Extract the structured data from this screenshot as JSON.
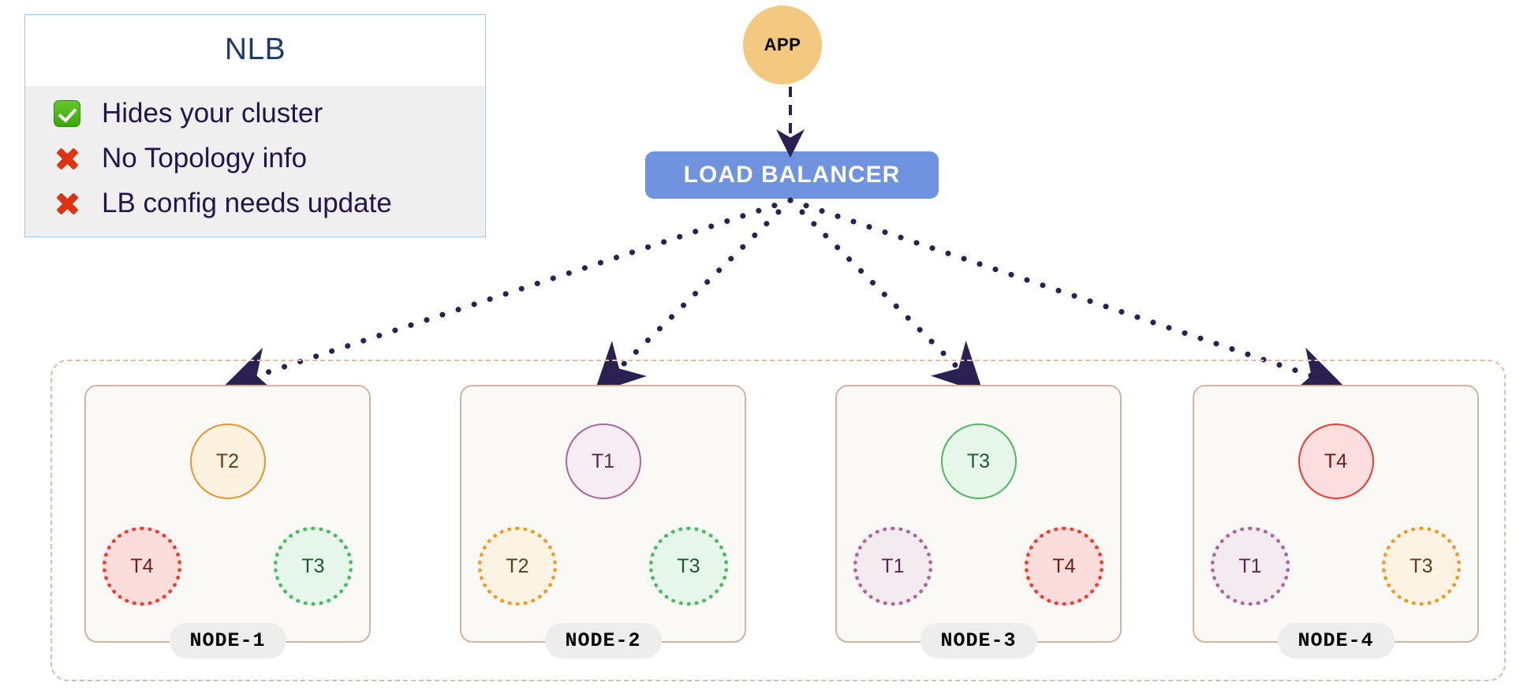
{
  "legend": {
    "title": "NLB",
    "rows": [
      {
        "icon": "check-mark-icon",
        "kind": "check",
        "text": "Hides your cluster"
      },
      {
        "icon": "cross-mark-icon",
        "kind": "cross",
        "text": "No Topology info"
      },
      {
        "icon": "cross-mark-icon",
        "kind": "cross",
        "text": "LB config needs update"
      }
    ]
  },
  "app": {
    "label": "APP",
    "color": "#f3c880"
  },
  "load_balancer": {
    "label": "LOAD  BALANCER",
    "color": "#7093e0"
  },
  "colors": {
    "arrow": "#2a2152",
    "cluster_border": "#d7bfab",
    "node_border": "#cdb5a2",
    "node_fill": "#fbf9f6",
    "legend_border": "#a9c3e0",
    "legend_body": "#efefef",
    "legend_title": "#1f3b66",
    "legend_text": "#231449",
    "check_green": "#3aa80a",
    "cross_red": "#dd3311",
    "task_orange": "#e8952a",
    "task_purple": "#a9679a",
    "task_green": "#4cb863",
    "task_red": "#ee3b31"
  },
  "cluster": {
    "nodes": [
      {
        "label": "NODE-1",
        "primary": {
          "label": "T2",
          "theme": "c-orange"
        },
        "replicas": [
          {
            "label": "T4",
            "theme": "c-red-soft"
          },
          {
            "label": "T3",
            "theme": "c-green-soft"
          }
        ]
      },
      {
        "label": "NODE-2",
        "primary": {
          "label": "T1",
          "theme": "c-purple"
        },
        "replicas": [
          {
            "label": "T2",
            "theme": "c-orange-soft"
          },
          {
            "label": "T3",
            "theme": "c-green-soft"
          }
        ]
      },
      {
        "label": "NODE-3",
        "primary": {
          "label": "T3",
          "theme": "c-green"
        },
        "replicas": [
          {
            "label": "T1",
            "theme": "c-purple-soft"
          },
          {
            "label": "T4",
            "theme": "c-red-soft"
          }
        ]
      },
      {
        "label": "NODE-4",
        "primary": {
          "label": "T4",
          "theme": "c-red"
        },
        "replicas": [
          {
            "label": "T1",
            "theme": "c-purple-soft"
          },
          {
            "label": "T3",
            "theme": "c-orange-soft"
          }
        ]
      }
    ]
  }
}
